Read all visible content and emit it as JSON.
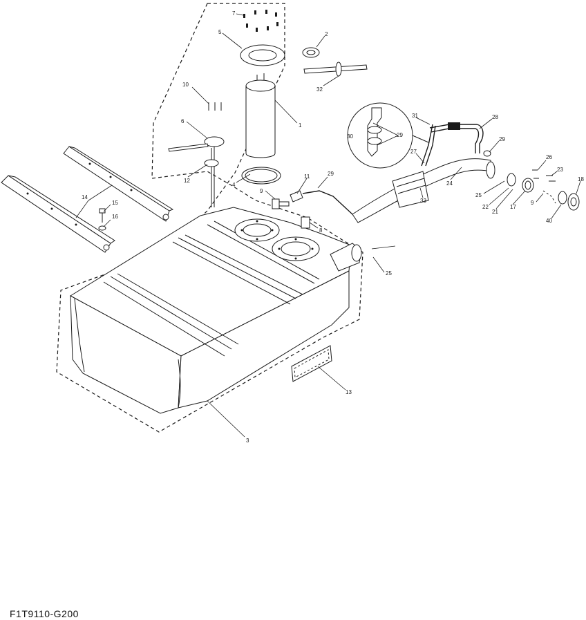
{
  "drawing_code": "F1T9110-G200",
  "callouts": [
    {
      "id": "c1",
      "text": "1"
    },
    {
      "id": "c2",
      "text": "2"
    },
    {
      "id": "c3",
      "text": "3"
    },
    {
      "id": "c4",
      "text": "4"
    },
    {
      "id": "c5",
      "text": "5"
    },
    {
      "id": "c6",
      "text": "6"
    },
    {
      "id": "c7",
      "text": "7"
    },
    {
      "id": "c8",
      "text": "8"
    },
    {
      "id": "c9",
      "text": "9"
    },
    {
      "id": "c9b",
      "text": "9"
    },
    {
      "id": "c10",
      "text": "10"
    },
    {
      "id": "c11",
      "text": "11"
    },
    {
      "id": "c12",
      "text": "12"
    },
    {
      "id": "c13",
      "text": "13"
    },
    {
      "id": "c14",
      "text": "14"
    },
    {
      "id": "c15",
      "text": "15"
    },
    {
      "id": "c16",
      "text": "16"
    },
    {
      "id": "c17",
      "text": "17"
    },
    {
      "id": "c18",
      "text": "18"
    },
    {
      "id": "c21",
      "text": "21"
    },
    {
      "id": "c22",
      "text": "22"
    },
    {
      "id": "c23",
      "text": "23"
    },
    {
      "id": "c24",
      "text": "24"
    },
    {
      "id": "c25",
      "text": "25"
    },
    {
      "id": "c25b",
      "text": "25"
    },
    {
      "id": "c26",
      "text": "26"
    },
    {
      "id": "c27",
      "text": "27"
    },
    {
      "id": "c28",
      "text": "28"
    },
    {
      "id": "c29",
      "text": "29"
    },
    {
      "id": "c29b",
      "text": "29"
    },
    {
      "id": "c29c",
      "text": "29"
    },
    {
      "id": "c30",
      "text": "30"
    },
    {
      "id": "c31",
      "text": "31"
    },
    {
      "id": "c32",
      "text": "32"
    },
    {
      "id": "c33",
      "text": "33"
    },
    {
      "id": "c40",
      "text": "40"
    }
  ]
}
